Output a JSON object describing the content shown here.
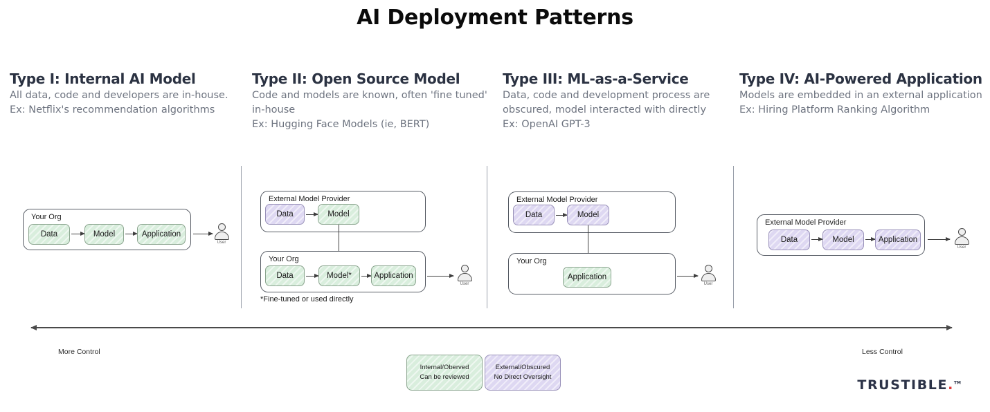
{
  "title": "AI Deployment Patterns",
  "columns": [
    {
      "title": "Type I: Internal AI Model",
      "desc_lines": [
        "All data, code and developers are in-house.",
        "Ex: Netflix's recommendation algorithms"
      ]
    },
    {
      "title": "Type II: Open Source Model",
      "desc_lines": [
        "Code and models are known, often 'fine tuned'",
        "in-house",
        "Ex: Hugging Face Models (ie, BERT)"
      ]
    },
    {
      "title": "Type III: ML-as-a-Service",
      "desc_lines": [
        "Data, code and development process are",
        "obscured, model interacted with directly",
        "Ex: OpenAI GPT-3"
      ]
    },
    {
      "title": "Type IV: AI-Powered Application",
      "desc_lines": [
        "Models are embedded in an external application",
        "Ex: Hiring Platform Ranking Algorithm"
      ]
    }
  ],
  "labels": {
    "your_org": "Your Org",
    "external_provider": "External Model Provider",
    "data": "Data",
    "model": "Model",
    "model_star": "Model*",
    "application": "Application",
    "user": "User"
  },
  "footnote_type2": "*Fine-tuned or used directly",
  "axis": {
    "left_label": "More Control",
    "right_label": "Less Control"
  },
  "legend": [
    {
      "line1": "Internal/Oberved",
      "line2": "Can be reviewed",
      "color": "#d9eedd"
    },
    {
      "line1": "External/Obscured",
      "line2": "No Direct Oversight",
      "color": "#ded8f2"
    }
  ],
  "brand": {
    "name": "TRUSTIBLE",
    "dot": ".",
    "tm": "TM"
  },
  "colors": {
    "internal_green": "#d9eedd",
    "external_purple": "#ded8f2",
    "heading": "#2b3242",
    "subtext": "#6e7480",
    "brand": "#2b3247",
    "brand_accent": "#e03a3a"
  }
}
